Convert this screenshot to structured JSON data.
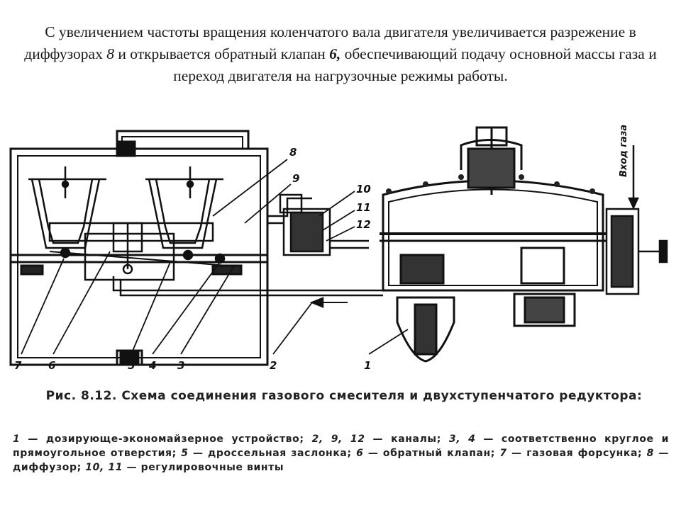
{
  "intro": {
    "part1": "С увеличением частоты вращения коленчатого вала двигателя увеличивается разрежение в диффузорах ",
    "num8": "8",
    "part2": " и открывается обратный клапан ",
    "num6": "6,",
    "part3": " обеспечивающий подачу основной массы газа и переход двигателя на нагрузочные режимы работы."
  },
  "figure": {
    "labels": {
      "l1": "1",
      "l2": "2",
      "l3": "3",
      "l4": "4",
      "l5": "5",
      "l6": "6",
      "l7": "7",
      "l8": "8",
      "l9": "9",
      "l10": "10",
      "l11": "11",
      "l12": "12"
    },
    "gas_inlet": "Вход газа"
  },
  "caption": {
    "title": "Рис. 8.12. Схема соединения газового смесителя и двухступенчатого редуктора:",
    "legend": [
      {
        "num": "1",
        "text": " — дозирующе-экономайзерное устройство; "
      },
      {
        "num": "2, 9, 12",
        "text": " — каналы; "
      },
      {
        "num": "3, 4",
        "text": " — соответственно круглое и прямоугольное отверстия; "
      },
      {
        "num": "5",
        "text": " — дроссельная заслонка; "
      },
      {
        "num": "6",
        "text": " — обратный клапан; "
      },
      {
        "num": "7",
        "text": " — газовая форсунка; "
      },
      {
        "num": "8",
        "text": " — диффузор; "
      },
      {
        "num": "10, 11",
        "text": " — регулировочные винты"
      }
    ]
  }
}
